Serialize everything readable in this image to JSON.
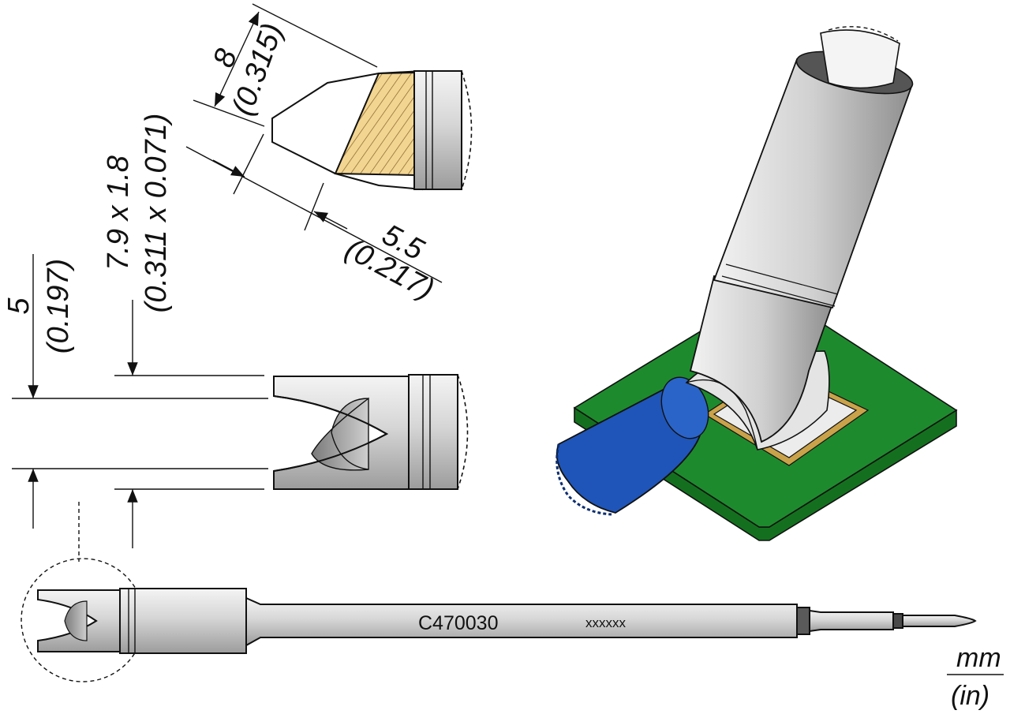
{
  "dimensions": {
    "width": {
      "mm": "5",
      "in": "(0.197)"
    },
    "cross_section": {
      "mm": "7.9 x 1.8",
      "in": "(0.311 x 0.071)"
    },
    "length": {
      "mm": "8",
      "in": "(0.315)"
    },
    "depth": {
      "mm": "5.5",
      "in": "(0.217)"
    }
  },
  "part": {
    "number": "C470030",
    "code": "xxxxxx"
  },
  "units": {
    "primary": "mm",
    "secondary": "(in)"
  },
  "colors": {
    "steel": "#d9d9d9",
    "section_hatch": "#f3d592",
    "pcb": "#1e8a2e",
    "pad": "#c9a24a",
    "cable": "#1f55b8"
  }
}
